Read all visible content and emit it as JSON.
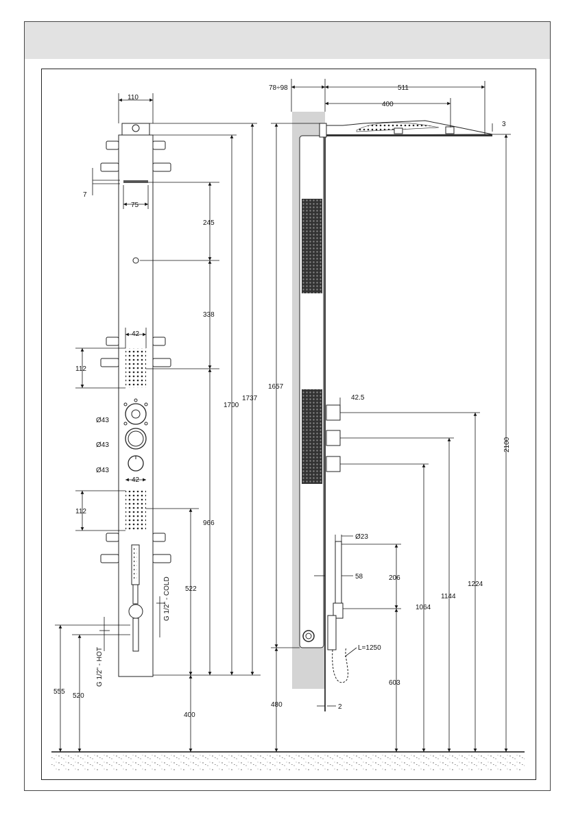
{
  "front_view": {
    "width_top": "110",
    "slot_width": "75",
    "slot_height": "7",
    "spacing_top_to_nozzle": "245",
    "spacing_nozzle_to_jets": "338",
    "jet_block_width": "42",
    "jet_block_height": "112",
    "knob_1": "Ø43",
    "knob_2": "Ø43",
    "knob_3": "Ø43",
    "jet_block_width_2": "42",
    "jet_block_height_2": "112",
    "height_966": "966",
    "height_1700": "1700",
    "height_1737": "1737",
    "height_522": "522",
    "height_400": "400",
    "height_555": "555",
    "height_520": "520",
    "cold_label": "G 1/2\" - COLD",
    "hot_label": "G 1/2\" - HOT"
  },
  "side_view": {
    "wall_gap": "78÷98",
    "arm_length": "511",
    "arm_to_head": "400",
    "head_thickness": "3",
    "height_1657": "1657",
    "height_2100": "2100",
    "knob_depth": "42.5",
    "height_1224": "1224",
    "height_1144": "1144",
    "height_1064": "1064",
    "holder_diameter": "Ø23",
    "holder_depth": "58",
    "height_206": "206",
    "height_603": "603",
    "hose_length": "L=1250",
    "height_480": "480",
    "bottom_gap": "2"
  }
}
